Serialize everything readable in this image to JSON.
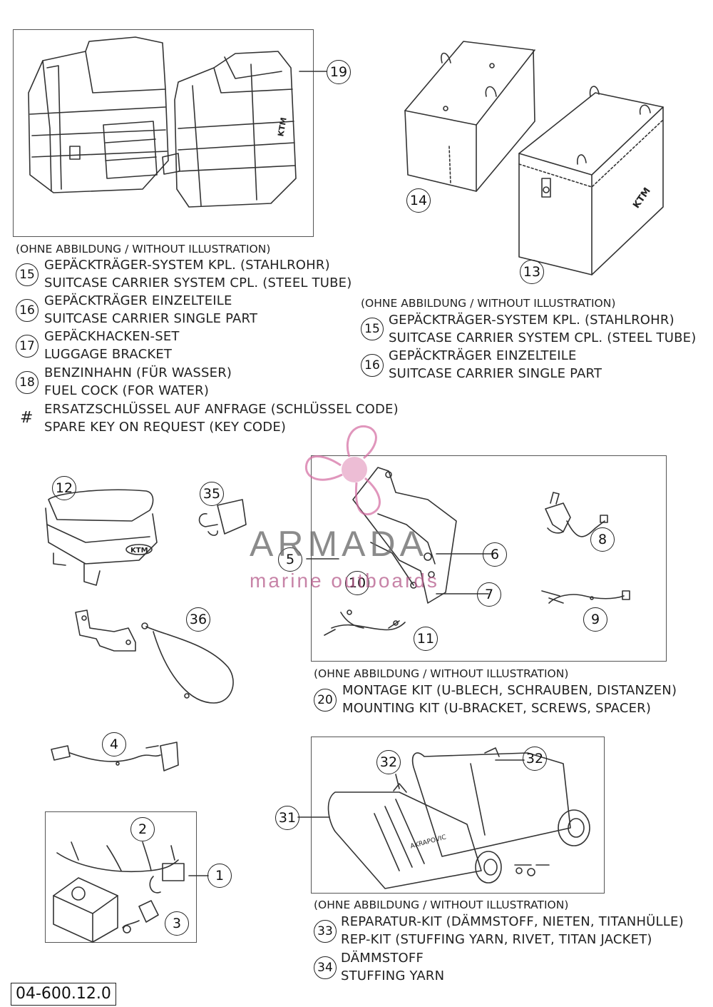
{
  "header_note_left": "(OHNE ABBILDUNG / WITHOUT ILLUSTRATION)",
  "left_items": [
    {
      "num": "15",
      "de": "GEPÄCKTRÄGER-SYSTEM KPL. (STAHLROHR)",
      "en": "SUITCASE CARRIER SYSTEM CPL. (STEEL TUBE)"
    },
    {
      "num": "16",
      "de": "GEPÄCKTRÄGER EINZELTEILE",
      "en": "SUITCASE CARRIER SINGLE PART"
    },
    {
      "num": "17",
      "de": "GEPÄCKHACKEN-SET",
      "en": "LUGGAGE BRACKET"
    },
    {
      "num": "18",
      "de": "BENZINHAHN (FÜR WASSER)",
      "en": "FUEL COCK (FOR WATER)"
    },
    {
      "num": "#",
      "de": "ERSATZSCHLÜSSEL AUF ANFRAGE (SCHLÜSSEL CODE)",
      "en": "SPARE KEY ON REQUEST (KEY CODE)"
    }
  ],
  "right_note": "(OHNE ABBILDUNG / WITHOUT ILLUSTRATION)",
  "right_items": [
    {
      "num": "15",
      "de": "GEPÄCKTRÄGER-SYSTEM KPL. (STAHLROHR)",
      "en": "SUITCASE CARRIER SYSTEM CPL. (STEEL TUBE)"
    },
    {
      "num": "16",
      "de": "GEPÄCKTRÄGER EINZELTEILE",
      "en": "SUITCASE CARRIER SINGLE PART"
    }
  ],
  "mounting_note": "(OHNE ABBILDUNG / WITHOUT ILLUSTRATION)",
  "mounting_item": {
    "num": "20",
    "de": "MONTAGE KIT (U-BLECH, SCHRAUBEN, DISTANZEN)",
    "en": "MOUNTING KIT (U-BRACKET, SCREWS, SPACER)"
  },
  "exhaust_note": "(OHNE ABBILDUNG / WITHOUT ILLUSTRATION)",
  "exhaust_items": [
    {
      "num": "33",
      "de": "REPARATUR-KIT (DÄMMSTOFF, NIETEN, TITANHÜLLE)",
      "en": "REP-KIT (STUFFING YARN, RIVET, TITAN JACKET)"
    },
    {
      "num": "34",
      "de": "DÄMMSTOFF",
      "en": "STUFFING YARN"
    }
  ],
  "callouts": {
    "c19": "19",
    "c14": "14",
    "c13": "13",
    "c12": "12",
    "c35": "35",
    "c36": "36",
    "c5": "5",
    "c6": "6",
    "c7": "7",
    "c8": "8",
    "c9": "9",
    "c10": "10",
    "c11": "11",
    "c4": "4",
    "c2": "2",
    "c1": "1",
    "c3": "3",
    "c31": "31",
    "c32a": "32",
    "c32b": "32"
  },
  "logo_ktm": "KTM",
  "logo_akrapovic": "AKRAPOVIC",
  "doc_number": "04-600.12.0",
  "watermark": {
    "title": "ARMADA",
    "subtitle": "marine outboards"
  }
}
